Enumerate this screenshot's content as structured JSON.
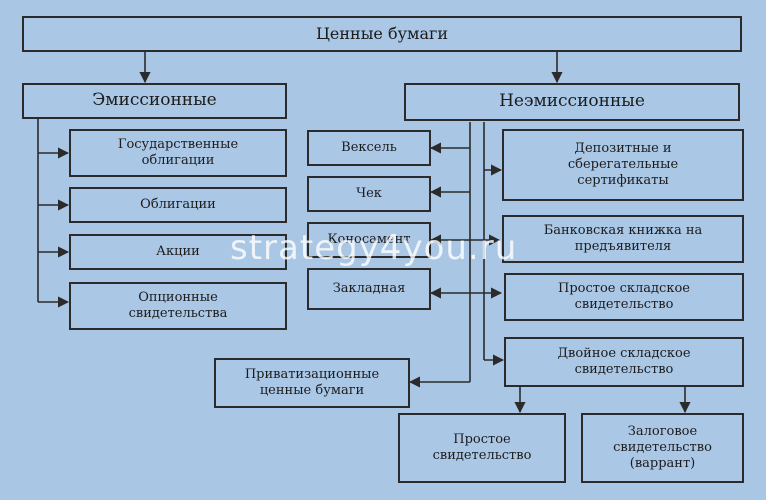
{
  "diagram": {
    "root": "Ценные бумаги",
    "emission": {
      "title": "Эмиссионные",
      "items": [
        "Государственные\nоблигации",
        "Облигации",
        "Акции",
        "Опционные\nсвидетельства"
      ]
    },
    "nonemission": {
      "title": "Неэмиссионные",
      "left_items": [
        "Вексель",
        "Чек",
        "Коносамент",
        "Закладная"
      ],
      "right_items": [
        "Депозитные и\nсберегательные\nсертификаты",
        "Банковская книжка на\nпредъявителя",
        "Простое складское\nсвидетельство",
        "Двойное складское\nсвидетельство"
      ],
      "privatization": "Приватизационные\nценные бумаги",
      "double_children": [
        "Простое\nсвидетельство",
        "Залоговое\nсвидетельство\n(варрант)"
      ]
    }
  },
  "watermark": "strategy4you.ru",
  "colors": {
    "background": "#a9c6e4",
    "line": "#2b2b2b"
  }
}
